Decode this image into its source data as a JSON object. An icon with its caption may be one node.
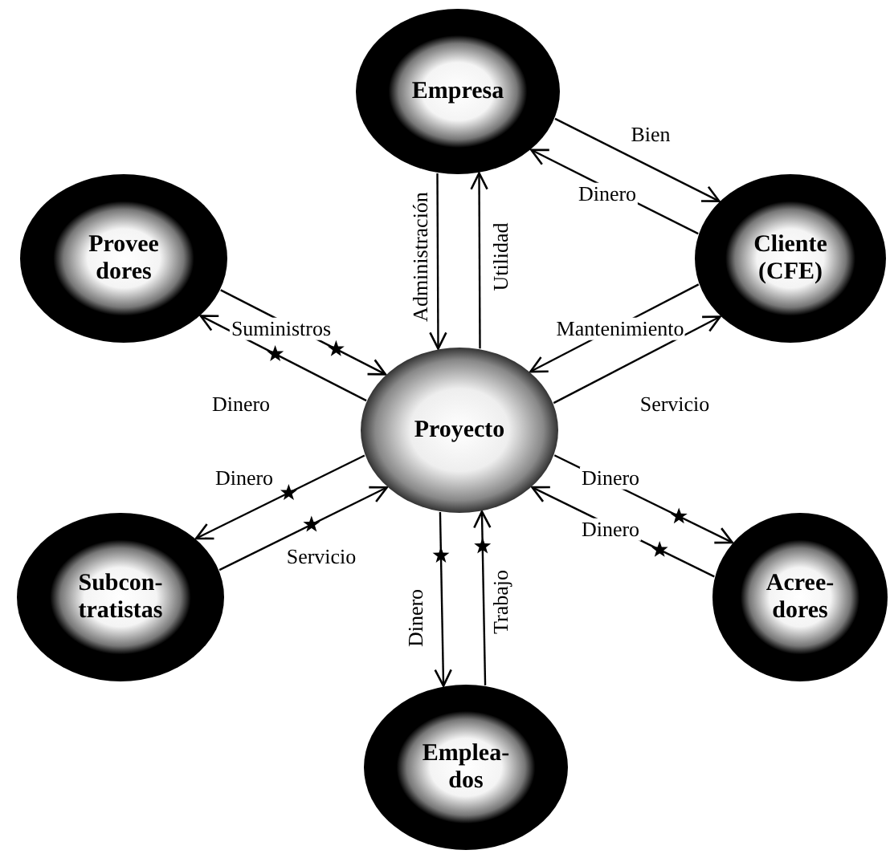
{
  "diagram": {
    "nodes": [
      {
        "text": [
          "Empresa"
        ]
      },
      {
        "text": [
          "Provee dores"
        ]
      },
      {
        "text": [
          "Cliente (CFE)"
        ]
      },
      {
        "text": [
          "Proyecto"
        ]
      },
      {
        "text": [
          "Subcon- tratistas"
        ]
      },
      {
        "text": [
          "Acree- dores"
        ]
      },
      {
        "text": [
          "Emplea- dos"
        ]
      }
    ],
    "edges": [
      {
        "from": 0,
        "to": 2,
        "arrow": "to",
        "label": "Bien"
      },
      {
        "from": 2,
        "to": 0,
        "arrow": "to",
        "label": "Dinero"
      },
      {
        "from": 0,
        "to": 3,
        "arrow": "to",
        "label": "Administración"
      },
      {
        "from": 3,
        "to": 0,
        "arrow": "to",
        "label": "Utilidad"
      },
      {
        "from": 1,
        "to": 3,
        "arrow": "to",
        "label": "Suministros"
      },
      {
        "from": 3,
        "to": 1,
        "arrow": "to",
        "label": "Dinero"
      },
      {
        "from": 2,
        "to": 3,
        "arrow": "to",
        "label": "Mantenimiento"
      },
      {
        "from": 3,
        "to": 2,
        "arrow": "to",
        "label": "Servicio"
      },
      {
        "from": 3,
        "to": 4,
        "arrow": "to",
        "label": "Dinero"
      },
      {
        "from": 4,
        "to": 3,
        "arrow": "to",
        "label": "Servicio"
      },
      {
        "from": 3,
        "to": 5,
        "arrow": "to",
        "label": "Dinero"
      },
      {
        "from": 5,
        "to": 3,
        "arrow": "to",
        "label": "Dinero"
      },
      {
        "from": 3,
        "to": 6,
        "arrow": "to",
        "label": "Dinero"
      },
      {
        "from": 6,
        "to": 3,
        "arrow": "to",
        "label": "Trabajo"
      }
    ]
  }
}
